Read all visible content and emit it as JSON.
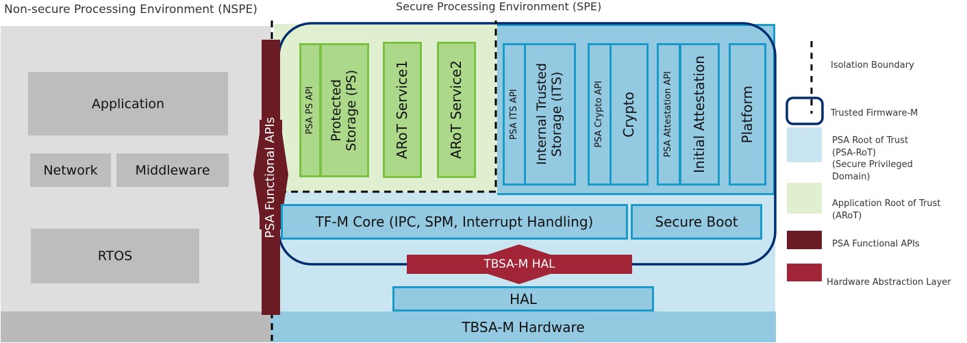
{
  "titles": {
    "nspe": "Non-secure Processing Environment  (NSPE)",
    "spe": "Secure Processing Environment (SPE)"
  },
  "nspe": {
    "application": "Application",
    "network": "Network",
    "middleware": "Middleware",
    "rtos": "RTOS"
  },
  "psa_functional_apis": "PSA Functional APIs",
  "arot": {
    "psa_ps_api": "PSA PS API",
    "protected_storage": [
      "Protected",
      "Storage (PS)"
    ],
    "arot_service1": "ARoT Service1",
    "arot_service2": "ARoT Service2"
  },
  "psa_rot": {
    "psa_its_api": "PSA ITS API",
    "its": [
      "Internal Trusted",
      "Storage (ITS)"
    ],
    "psa_crypto_api": "PSA Crypto API",
    "crypto": "Crypto",
    "psa_attestation_api": "PSA Attestation API",
    "initial_attestation": "Initial Attestation",
    "platform": "Platform"
  },
  "core": {
    "tfm_core": "TF-M Core (IPC, SPM, Interrupt Handling)",
    "secure_boot": "Secure Boot"
  },
  "hal": {
    "tbsa_m_hal": "TBSA-M HAL",
    "hal": "HAL",
    "hardware": "TBSA-M Hardware"
  },
  "legend": {
    "items": [
      {
        "label": "Isolation Boundary",
        "icon": "dashed-line"
      },
      {
        "label": "Trusted Firmware-M",
        "icon": "rounded-rect-outline",
        "color": "#002d6e"
      },
      {
        "label": "PSA Root of Trust\n(PSA-RoT)\n(Secure Privileged\nDomain)",
        "icon": "swatch",
        "color": "#c9e5f1"
      },
      {
        "label": "Application Root of Trust\n(ARoT)",
        "icon": "swatch",
        "color": "#dfefcf"
      },
      {
        "label": "PSA Functional APIs",
        "icon": "swatch",
        "color": "#6b1b24"
      },
      {
        "label": "Hardware Abstraction Layer",
        "icon": "swatch",
        "color": "#a12537"
      }
    ]
  },
  "colors": {
    "nspe_bg": "#dedede",
    "nspe_box": "#bdbdbd",
    "spe_bg": "#c9e5f1",
    "arot_bg": "#dfefcf",
    "psa_rot_bg": "#93c9e1",
    "tfm_outline": "#002d6e",
    "psa_api": "#6b1b24",
    "hal": "#a12537"
  }
}
